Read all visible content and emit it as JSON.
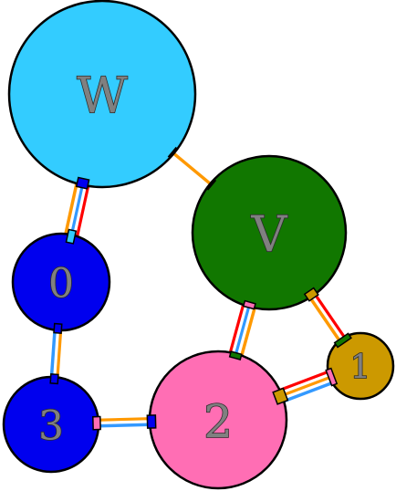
{
  "nodes": [
    {
      "id": "W",
      "label": "W",
      "fill": "#33ccff"
    },
    {
      "id": "V",
      "label": "V",
      "fill": "#117700"
    },
    {
      "id": "0",
      "label": "0",
      "fill": "#0000ee"
    },
    {
      "id": "1",
      "label": "1",
      "fill": "#cc9900"
    },
    {
      "id": "2",
      "label": "2",
      "fill": "#ff6eb4"
    },
    {
      "id": "3",
      "label": "3",
      "fill": "#0000ee"
    }
  ],
  "edges": [
    {
      "from": "W",
      "to": "0",
      "strands": [
        "#ff0000",
        "#ffffff",
        "#3399ff",
        "#ffffff",
        "#ff9900"
      ]
    },
    {
      "from": "W",
      "to": "V",
      "strands": [
        "#ff9900"
      ]
    },
    {
      "from": "0",
      "to": "3",
      "strands": [
        "#ff9900",
        "#ffffff",
        "#3399ff"
      ]
    },
    {
      "from": "3",
      "to": "2",
      "strands": [
        "#ff9900",
        "#ffffff",
        "#3399ff"
      ]
    },
    {
      "from": "2",
      "to": "V",
      "strands": [
        "#ff0000",
        "#ffffff",
        "#3399ff",
        "#ffffff",
        "#ff9900"
      ]
    },
    {
      "from": "2",
      "to": "1",
      "strands": [
        "#ff0000",
        "#ffffff",
        "#ff9900",
        "#ffffff",
        "#3399ff"
      ]
    },
    {
      "from": "V",
      "to": "1",
      "strands": [
        "#ff0000",
        "#ffffff",
        "#ff9900"
      ]
    }
  ],
  "colors": {
    "port_cyan": "#33ccff",
    "port_blue": "#0000ee",
    "port_pink": "#ff6eb4",
    "port_green": "#117700",
    "port_gold": "#cc9900"
  }
}
